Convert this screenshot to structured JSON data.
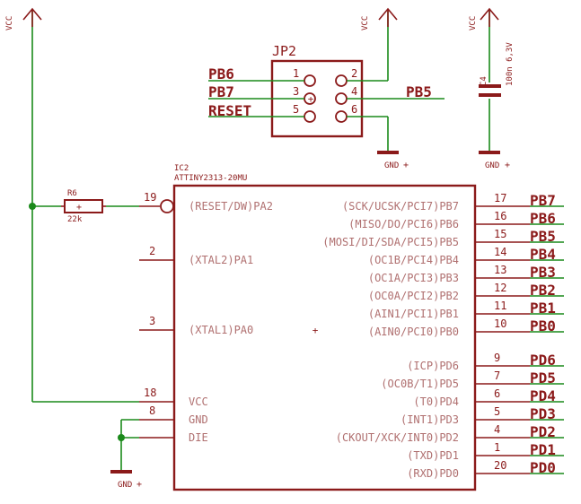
{
  "power_symbols": {
    "vcc_left": "VCC",
    "vcc_jp2": "VCC",
    "vcc_cap": "VCC",
    "gnd_jp2": "GND",
    "gnd_cap": "GND",
    "gnd_ic": "GND"
  },
  "jp2": {
    "name": "JP2",
    "pins": [
      "1",
      "2",
      "3",
      "4",
      "5",
      "6"
    ],
    "nets": [
      "PB6",
      "PB7",
      "RESET",
      "PB5"
    ]
  },
  "capacitor": {
    "name": "C4",
    "value": "100n 6,3V"
  },
  "resistor": {
    "name": "R6",
    "value": "22k"
  },
  "ic": {
    "name": "IC2",
    "value": "ATTINY2313-20MU",
    "left_pins": [
      {
        "num": "19",
        "label": "(RESET/DW)PA2"
      },
      {
        "num": "2",
        "label": "(XTAL2)PA1"
      },
      {
        "num": "3",
        "label": "(XTAL1)PA0"
      },
      {
        "num": "18",
        "label": "VCC"
      },
      {
        "num": "8",
        "label": "GND"
      },
      {
        "num": "",
        "label": "DIE"
      }
    ],
    "right_pins": [
      {
        "num": "17",
        "label": "(SCK/UCSK/PCI7)PB7",
        "net": "PB7"
      },
      {
        "num": "16",
        "label": "(MISO/DO/PCI6)PB6",
        "net": "PB6"
      },
      {
        "num": "15",
        "label": "(MOSI/DI/SDA/PCI5)PB5",
        "net": "PB5"
      },
      {
        "num": "14",
        "label": "(OC1B/PCI4)PB4",
        "net": "PB4"
      },
      {
        "num": "13",
        "label": "(OC1A/PCI3)PB3",
        "net": "PB3"
      },
      {
        "num": "12",
        "label": "(OC0A/PCI2)PB2",
        "net": "PB2"
      },
      {
        "num": "11",
        "label": "(AIN1/PCI1)PB1",
        "net": "PB1"
      },
      {
        "num": "10",
        "label": "(AIN0/PCI0)PB0",
        "net": "PB0"
      },
      {
        "num": "9",
        "label": "(ICP)PD6",
        "net": "PD6"
      },
      {
        "num": "7",
        "label": "(OC0B/T1)PD5",
        "net": "PD5"
      },
      {
        "num": "6",
        "label": "(T0)PD4",
        "net": "PD4"
      },
      {
        "num": "5",
        "label": "(INT1)PD3",
        "net": "PD3"
      },
      {
        "num": "4",
        "label": "(CKOUT/XCK/INT0)PD2",
        "net": "PD2"
      },
      {
        "num": "1",
        "label": "(TXD)PD1",
        "net": "PD1"
      },
      {
        "num": "20",
        "label": "(RXD)PD0",
        "net": "PD0"
      }
    ]
  }
}
